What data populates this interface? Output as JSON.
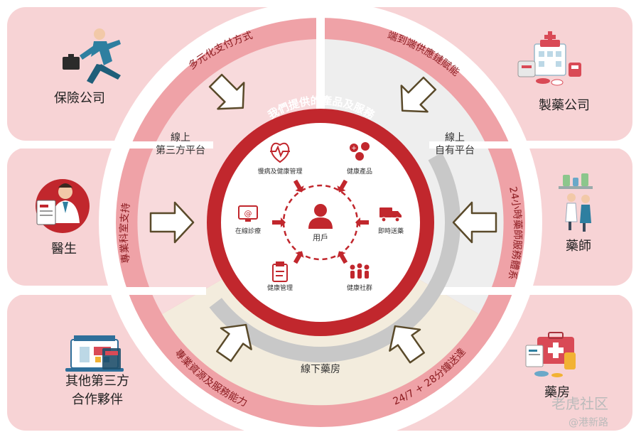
{
  "center": {
    "title": "我們提供的產品及服務",
    "user_label": "用戶",
    "services": [
      {
        "label": "慢病及健康管理",
        "icon": "heart-pulse-icon"
      },
      {
        "label": "健康產品",
        "icon": "pills-icon"
      },
      {
        "label": "在線診療",
        "icon": "monitor-icon"
      },
      {
        "label": "即時送藥",
        "icon": "delivery-truck-icon"
      },
      {
        "label": "健康管理",
        "icon": "clipboard-icon"
      },
      {
        "label": "健康社群",
        "icon": "community-icon"
      }
    ]
  },
  "segments": {
    "online_third_party": "線上\n第三方平台",
    "online_own": "線上\n自有平台",
    "offline_pharmacy": "線下藥房"
  },
  "ring": {
    "multi_payment": "多元化支付方式",
    "supply_chain": "端到端供應鏈賦能",
    "pharmacist_service": "24小時藥師服務體系",
    "delivery": "24/7 + 28分鐘送達",
    "professional_resources": "專業資源及服務能力",
    "medical_support": "專業科室支持"
  },
  "partners": {
    "insurance": "保險公司",
    "pharma": "製藥公司",
    "doctor": "醫生",
    "pharmacist": "藥師",
    "other": "其他第三方\n合作夥伴",
    "pharmacy": "藥房"
  },
  "watermark": {
    "main": "老虎社区",
    "sub": "@港新路"
  },
  "colors": {
    "crimson": "#c1272d",
    "pink_card": "#f7d3d5",
    "pink_ring": "#efa2a7",
    "beige": "#f3ecdd",
    "light_gray": "#eeeeee",
    "arrow_brown": "#5a4a2a"
  }
}
